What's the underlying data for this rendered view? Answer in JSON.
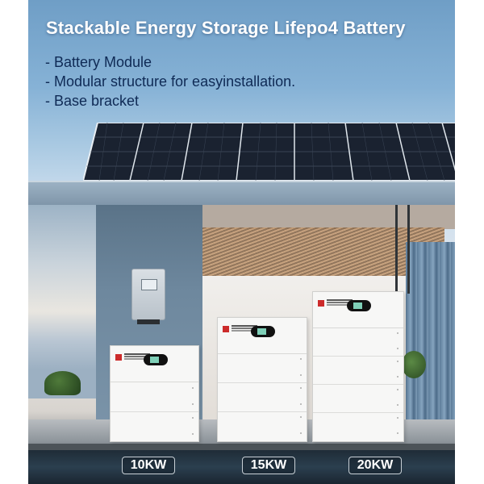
{
  "headline": {
    "title": "Stackable Energy Storage Lifepo4 Battery",
    "bullets": [
      "- Battery Module",
      "- Modular structure for easyinstallation.",
      "- Base bracket"
    ]
  },
  "products": [
    {
      "label": "10KW",
      "modules": 2
    },
    {
      "label": "15KW",
      "modules": 3
    },
    {
      "label": "20KW",
      "modules": 4
    }
  ],
  "colors": {
    "title_text": "#ffffff",
    "bullet_text": "#0f2a55",
    "label_border": "#c8d0d6",
    "logo_red": "#cc2b2b",
    "display_screen": "#7fd0b8"
  }
}
